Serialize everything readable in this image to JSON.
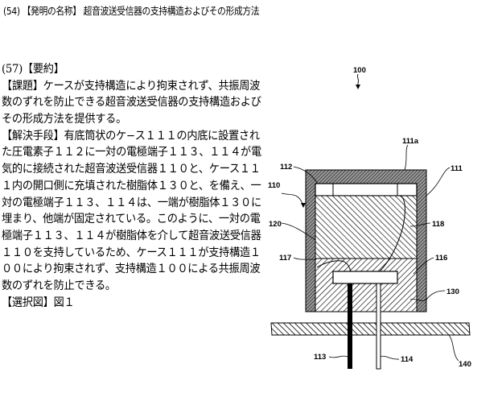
{
  "header": {
    "title": "(54) 【発明の名称】 超音波送受信器の支持構造およびその形成方法"
  },
  "abstract": {
    "lines": [
      "(57)【要約】",
      "【課題】ケースが支持構造により拘束されず、共振周波",
      "数のずれを防止できる超音波送受信器の支持構造および",
      "その形成方法を提供する。",
      "【解決手段】有底筒状のケ−ス１１１の内底に設置され",
      "た圧電素子１１２に一対の電極端子１１３、１１４が電",
      "気的に接続された超音波送受信器１１０と、ケース１１",
      "１内の開口側に充填された樹脂体１３０と、を備え、一",
      "対の電極端子１１３、１１４は、一端が樹脂体１３０に",
      "埋まり、他端が固定されている。このように、一対の電",
      "極端子１１３、１１４が樹脂体を介して超音波送受信器",
      "１１０を支持しているため、ケース１１１が支持構造１",
      "００により拘束されず、支持構造１００による共振周波",
      "数のずれを防止できる。",
      "【選択図】図１"
    ]
  },
  "figure": {
    "labels": {
      "l100": "100",
      "l111a": "111a",
      "l112": "112",
      "l111": "111",
      "l110": "110",
      "l120": "120",
      "l118": "118",
      "l117": "117",
      "l116": "116",
      "l130": "130",
      "l113": "113",
      "l114": "114",
      "l140": "140"
    }
  }
}
